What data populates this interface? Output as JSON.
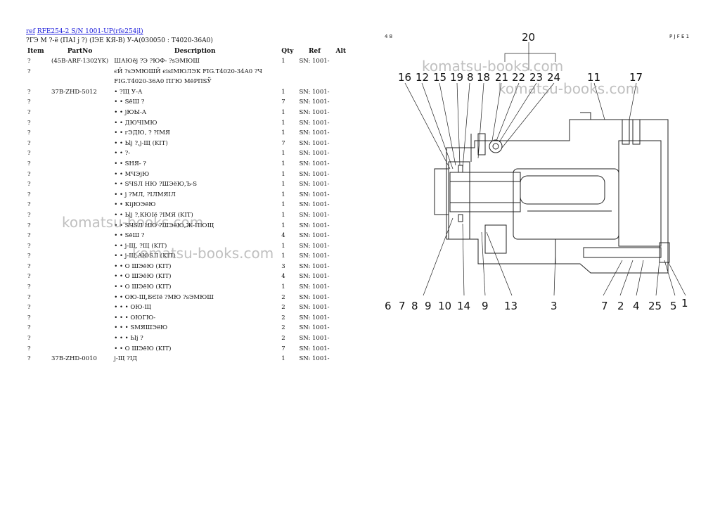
{
  "header": {
    "link1": "ref",
    "link2": "RFE254-2 S/N 1001-UP(rfe254jl)",
    "subtitle": "?ГЭ М ?-ё (ПАI j ?) (IЭЕ КЯ-В) У-А(030050 : T4020-36A0)"
  },
  "table": {
    "columns": [
      "Item",
      "PartNo",
      "Description",
      "Qty",
      "Ref",
      "Alt"
    ],
    "rows": [
      {
        "item": "?",
        "part": "(45B-ARF-1302YK)",
        "desc": "ШАЮёj ?Э ?ЮФ- ?sЭМЮШ",
        "desc2": "",
        "qty": "1",
        "ref": "SN: 1001-"
      },
      {
        "item": "?",
        "part": "",
        "desc": "єЙ ?sЭМЮШЙ єisIМЮЛЭК FIG.T4020-34A0 ?Ч",
        "desc2": "FIG.T4020-36A0 ПГЮ МёРПSЎ",
        "qty": "",
        "ref": ""
      },
      {
        "item": "?",
        "part": "37B-ZHD-5012",
        "desc": "• ?Щ У-А",
        "desc2": "",
        "qty": "1",
        "ref": "SN: 1001-"
      },
      {
        "item": "?",
        "part": "",
        "desc": "• • SёШ ?",
        "desc2": "",
        "qty": "7",
        "ref": "SN: 1001-"
      },
      {
        "item": "?",
        "part": "",
        "desc": "• • jЮЫ-А",
        "desc2": "",
        "qty": "1",
        "ref": "SN: 1001-"
      },
      {
        "item": "?",
        "part": "",
        "desc": "• • ДЮЧIМЮ",
        "desc2": "",
        "qty": "1",
        "ref": "SN: 1001-"
      },
      {
        "item": "?",
        "part": "",
        "desc": "• • гЭДЮ, ? ?IМЯ",
        "desc2": "",
        "qty": "1",
        "ref": "SN: 1001-"
      },
      {
        "item": "?",
        "part": "",
        "desc": "• • Ьlj ?,j-Щ (KIT)",
        "desc2": "",
        "qty": "7",
        "ref": "SN: 1001-"
      },
      {
        "item": "?",
        "part": "",
        "desc": "• • ?-",
        "desc2": "",
        "qty": "1",
        "ref": "SN: 1001-"
      },
      {
        "item": "?",
        "part": "",
        "desc": "• • SНЯ- ?",
        "desc2": "",
        "qty": "1",
        "ref": "SN: 1001-"
      },
      {
        "item": "?",
        "part": "",
        "desc": "• • МЧЭjЮ",
        "desc2": "",
        "qty": "1",
        "ref": "SN: 1001-"
      },
      {
        "item": "?",
        "part": "",
        "desc": "• • SЧSЛ НЮ ?ШЭёЮ,Ъ-S",
        "desc2": "",
        "qty": "1",
        "ref": "SN: 1001-"
      },
      {
        "item": "?",
        "part": "",
        "desc": "• • j ?МЛ, ?IЛМЯIЛ",
        "desc2": "",
        "qty": "1",
        "ref": "SN: 1001-"
      },
      {
        "item": "?",
        "part": "",
        "desc": "• • КijЮЭёЮ",
        "desc2": "",
        "qty": "1",
        "ref": "SN: 1001-"
      },
      {
        "item": "?",
        "part": "",
        "desc": "• • Ьlj ?,КЮIё ?IМЯ (KIT)",
        "desc2": "",
        "qty": "1",
        "ref": "SN: 1001-"
      },
      {
        "item": "?",
        "part": "",
        "desc": "• • SЧSЛ НЮ ?ШЭёЮ,Ж-ПЮЩ",
        "desc2": "",
        "qty": "1",
        "ref": "SN: 1001-"
      },
      {
        "item": "?",
        "part": "",
        "desc": "• • SёШ ?",
        "desc2": "",
        "qty": "4",
        "ref": "SN: 1001-"
      },
      {
        "item": "?",
        "part": "",
        "desc": "• • j-Щ, ?Щ (KIT)",
        "desc2": "",
        "qty": "1",
        "ref": "SN: 1001-"
      },
      {
        "item": "?",
        "part": "",
        "desc": "• • j-Щ,АЮSЛ (KIT)",
        "desc2": "",
        "qty": "1",
        "ref": "SN: 1001-"
      },
      {
        "item": "?",
        "part": "",
        "desc": "• • О ШЭёЮ (KIT)",
        "desc2": "",
        "qty": "3",
        "ref": "SN: 1001-"
      },
      {
        "item": "?",
        "part": "",
        "desc": "• • О ШЭёЮ (KIT)",
        "desc2": "",
        "qty": "4",
        "ref": "SN: 1001-"
      },
      {
        "item": "?",
        "part": "",
        "desc": "• • О ШЭёЮ (KIT)",
        "desc2": "",
        "qty": "1",
        "ref": "SN: 1001-"
      },
      {
        "item": "?",
        "part": "",
        "desc": "• • ОЮ-Щ,БЄIё ?МЮ ?sЭМЮШ",
        "desc2": "",
        "qty": "2",
        "ref": "SN: 1001-"
      },
      {
        "item": "?",
        "part": "",
        "desc": "• • • ОЮ-Щ",
        "desc2": "",
        "qty": "2",
        "ref": "SN: 1001-"
      },
      {
        "item": "?",
        "part": "",
        "desc": "• • • ОЮГЮ-",
        "desc2": "",
        "qty": "2",
        "ref": "SN: 1001-"
      },
      {
        "item": "?",
        "part": "",
        "desc": "• • • SМЯШЭёЮ",
        "desc2": "",
        "qty": "2",
        "ref": "SN: 1001-"
      },
      {
        "item": "?",
        "part": "",
        "desc": "• • • Ьlj ?",
        "desc2": "",
        "qty": "2",
        "ref": "SN: 1001-"
      },
      {
        "item": "?",
        "part": "",
        "desc": "• • О ШЭёЮ (KIT)",
        "desc2": "",
        "qty": "7",
        "ref": "SN: 1001-"
      },
      {
        "item": "?",
        "part": "37B-ZHD-0010",
        "desc": "j-Щ ?IД",
        "desc2": "",
        "qty": "1",
        "ref": "SN: 1001-"
      }
    ]
  },
  "drawing": {
    "corner_left": "4 8",
    "corner_right": "P J F E 1",
    "callouts_top": [
      "20",
      "16",
      "12",
      "15",
      "19",
      "8",
      "18",
      "21",
      "22",
      "23",
      "24",
      "11",
      "17"
    ],
    "callouts_bottom": [
      "6",
      "7",
      "8",
      "9",
      "10",
      "14",
      "9",
      "13",
      "3",
      "7",
      "2",
      "4",
      "25",
      "5",
      "1"
    ]
  },
  "watermarks": [
    "komatsu-books.com",
    "komatsu-books.com",
    "komatsu-books.com",
    "komatsu-books.com"
  ]
}
